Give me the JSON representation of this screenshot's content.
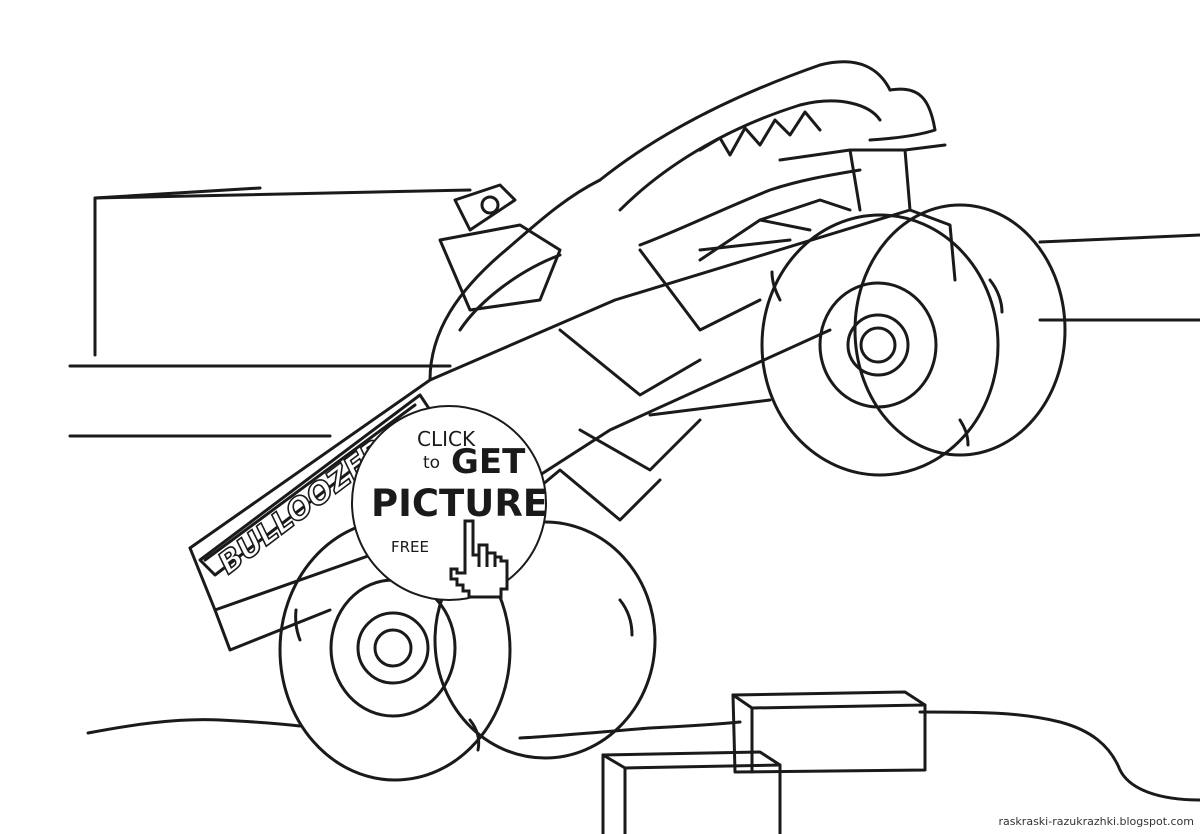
{
  "badge": {
    "line_click": "CLICK",
    "line_to": "to",
    "line_get": "GET",
    "line_picture": "PICTURE",
    "line_free": "FREE",
    "cursor_icon": "pointer-hand-icon"
  },
  "truck": {
    "side_text": "BULLOOZER"
  },
  "footer": {
    "watermark": "raskraski-razukrazhki.blogspot.com"
  },
  "colors": {
    "ink": "#1a1a1a",
    "paper": "#ffffff"
  }
}
